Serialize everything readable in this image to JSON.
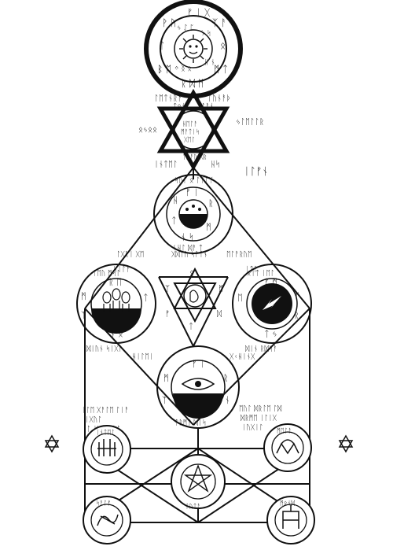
{
  "image": {
    "ink_color": "#111111",
    "background": "#ffffff"
  },
  "top_star_label": "ᛁᚾᛏᛖᛚ",
  "top_right_label": "ᛁᛚᚠᚾ",
  "icons": {
    "sun": "sun-face-icon",
    "star": "six-pointed-star-icon",
    "eye": "eye-icon",
    "moon": "moon-icon",
    "lightning": "lightning-icon",
    "figures": "three-figures-icon"
  },
  "sigil_circles": [
    "top-sun-circle",
    "upper-star-circle",
    "upper-main-circle",
    "left-circle",
    "center-hexagram",
    "right-circle",
    "lower-main-circle",
    "bottom-left-top-seal",
    "bottom-center-seal",
    "bottom-right-top-seal",
    "bottom-left-seal",
    "bottom-right-seal"
  ]
}
